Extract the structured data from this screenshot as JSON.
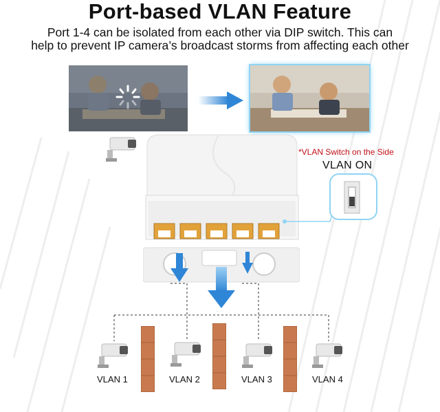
{
  "title": "Port-based VLAN Feature",
  "subtitle_line1": "Port 1-4 can be isolated from each other via DIP switch. This can",
  "subtitle_line2": "help to prevent IP camera’s broadcast storms from affecting each other",
  "side_note": "*VLAN Switch on the Side",
  "vlan_switch_state": "VLAN  ON",
  "vlan_labels": [
    "VLAN 1",
    "VLAN 2",
    "VLAN 3",
    "VLAN 4"
  ],
  "colors": {
    "accent_blue": "#2f86d6",
    "highlight_border": "#8fd4f2",
    "note_red": "#c0101a",
    "port_orange": "#e2a23a",
    "wall_brick": "#c87a4e"
  },
  "icons": [
    "camera-icon",
    "loading-spinner-icon",
    "arrow-right-icon",
    "arrow-down-icon",
    "brick-wall-icon"
  ]
}
